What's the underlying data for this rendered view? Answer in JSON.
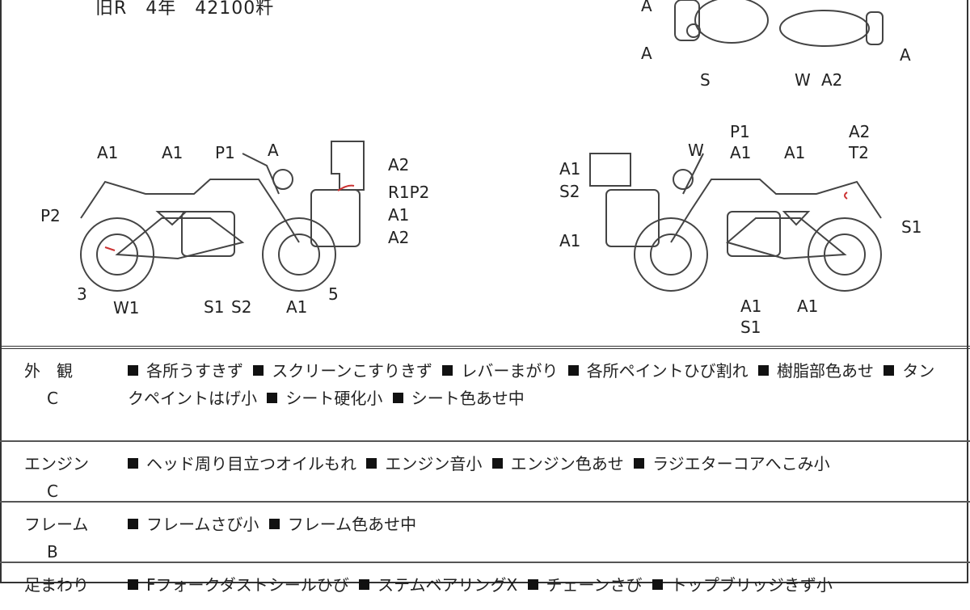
{
  "header": {
    "text": "旧R　4年　42100粁"
  },
  "diagram_labels": {
    "top": [
      "A",
      "A",
      "S",
      "W",
      "A2",
      "A"
    ],
    "left": [
      "A1",
      "A1",
      "P1",
      "A",
      "A2",
      "R1P2",
      "A1",
      "A2",
      "P2",
      "3",
      "W1",
      "S1",
      "S2",
      "A1",
      "5"
    ],
    "right": [
      "P1",
      "A1",
      "W",
      "A1",
      "A2",
      "T2",
      "A1",
      "S2",
      "S1",
      "A1",
      "A1",
      "S1",
      "A1"
    ]
  },
  "rows": [
    {
      "category": "外　観",
      "grade": "C",
      "items": [
        "各所うすきず",
        "スクリーンこすりきず",
        "レバーまがり",
        "各所ペイントひび割れ",
        "樹脂部色あせ",
        "タンクペイントはげ小",
        "シート硬化小",
        "シート色あせ中"
      ]
    },
    {
      "category": "エンジン",
      "grade": "C",
      "items": [
        "ヘッド周り目立つオイルもれ",
        "エンジン音小",
        "エンジン色あせ",
        "ラジエターコアへこみ小"
      ]
    },
    {
      "category": "フレーム",
      "grade": "B",
      "items": [
        "フレームさび小",
        "フレーム色あせ中"
      ]
    },
    {
      "category": "足まわり",
      "grade": "",
      "items": [
        "Fフォークダストシールひび",
        "ステムベアリングX",
        "チェーンさび",
        "トップブリッジきず小"
      ]
    }
  ]
}
